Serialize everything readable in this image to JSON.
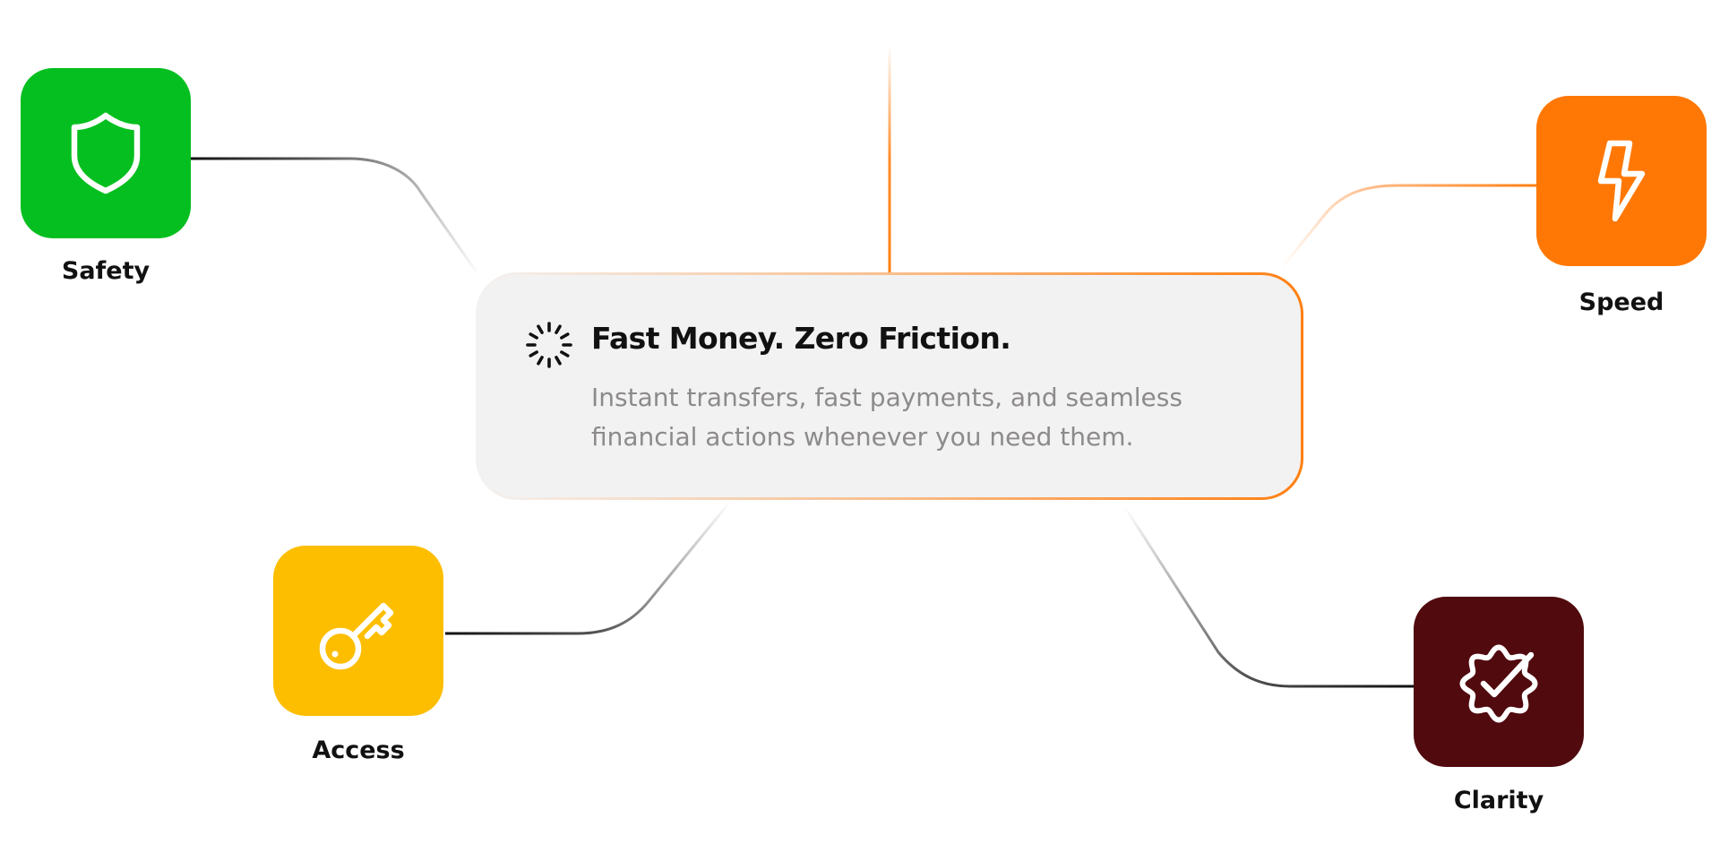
{
  "card": {
    "icon": "loader-icon",
    "title": "Fast Money. Zero Friction.",
    "description_lines": [
      "Instant transfers, fast payments, and seamless",
      "financial actions whenever you need them."
    ]
  },
  "nodes": [
    {
      "id": "safety",
      "label": "Safety",
      "icon": "shield-icon",
      "color": "#04bf1f"
    },
    {
      "id": "speed",
      "label": "Speed",
      "icon": "lightning-bolt-icon",
      "color": "#ff7805"
    },
    {
      "id": "access",
      "label": "Access",
      "icon": "key-icon",
      "color": "#fdbe00"
    },
    {
      "id": "clarity",
      "label": "Clarity",
      "icon": "badge-check-icon",
      "color": "#510a0e"
    }
  ],
  "colors": {
    "accent": "#ff7f11",
    "card_background": "#f3f2f2",
    "title_text": "#111111",
    "description_text": "#8c8a8a"
  }
}
